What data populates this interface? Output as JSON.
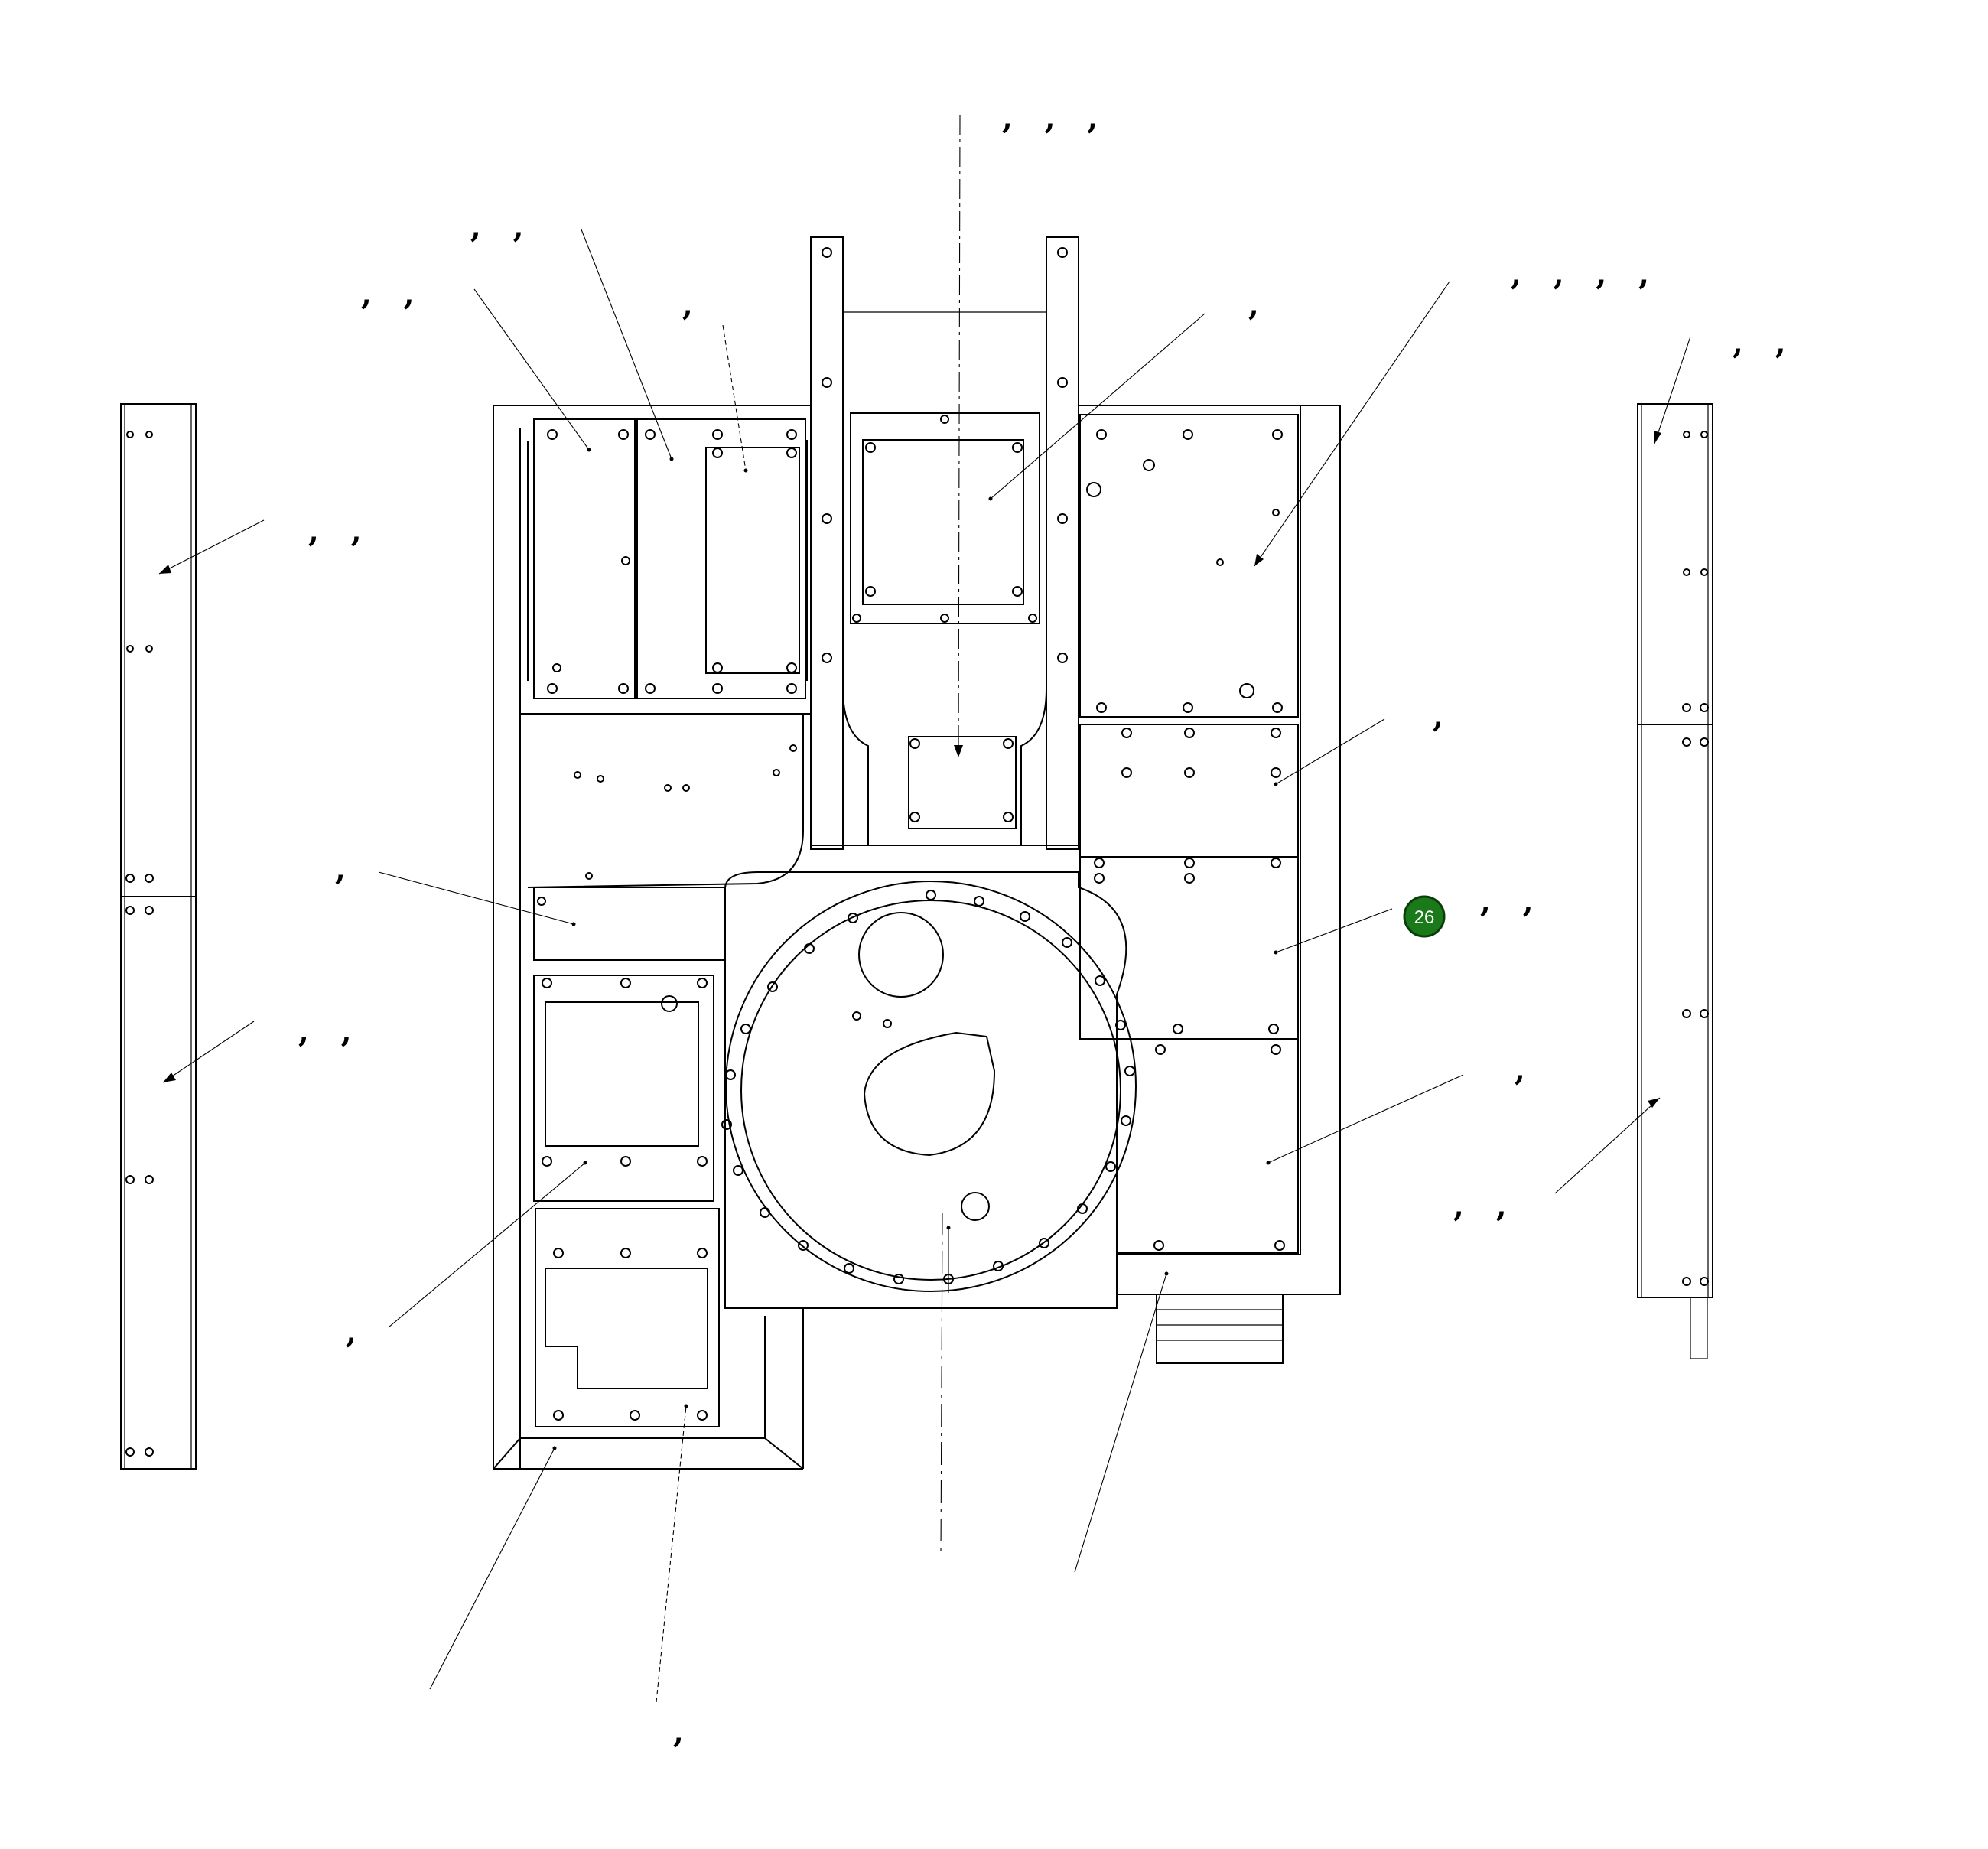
{
  "diagram": {
    "callout_badge": {
      "label": "26",
      "color": "#1a7a1a"
    },
    "callouts": [
      {
        "name": "callout-top-center",
        "text": ",   ,   ,"
      },
      {
        "name": "callout-top-left-a",
        "text": ",   ,"
      },
      {
        "name": "callout-top-left-b",
        "text": ",   ,"
      },
      {
        "name": "callout-top-left-c",
        "text": ","
      },
      {
        "name": "callout-top-right-a",
        "text": ","
      },
      {
        "name": "callout-top-right-b",
        "text": ",   ,   ,   ,"
      },
      {
        "name": "callout-far-right-top",
        "text": ",   ,"
      },
      {
        "name": "callout-left-bar-upper",
        "text": ",   ,"
      },
      {
        "name": "callout-left-bar-lower",
        "text": ",   ,"
      },
      {
        "name": "callout-mid-left",
        "text": ","
      },
      {
        "name": "callout-right-mid",
        "text": ","
      },
      {
        "name": "callout-badge-text",
        "text": ",   ,"
      },
      {
        "name": "callout-right-lower",
        "text": ","
      },
      {
        "name": "callout-far-right-bottom",
        "text": ",   ,"
      },
      {
        "name": "callout-lower-left",
        "text": ","
      },
      {
        "name": "callout-bottom",
        "text": ","
      }
    ]
  }
}
